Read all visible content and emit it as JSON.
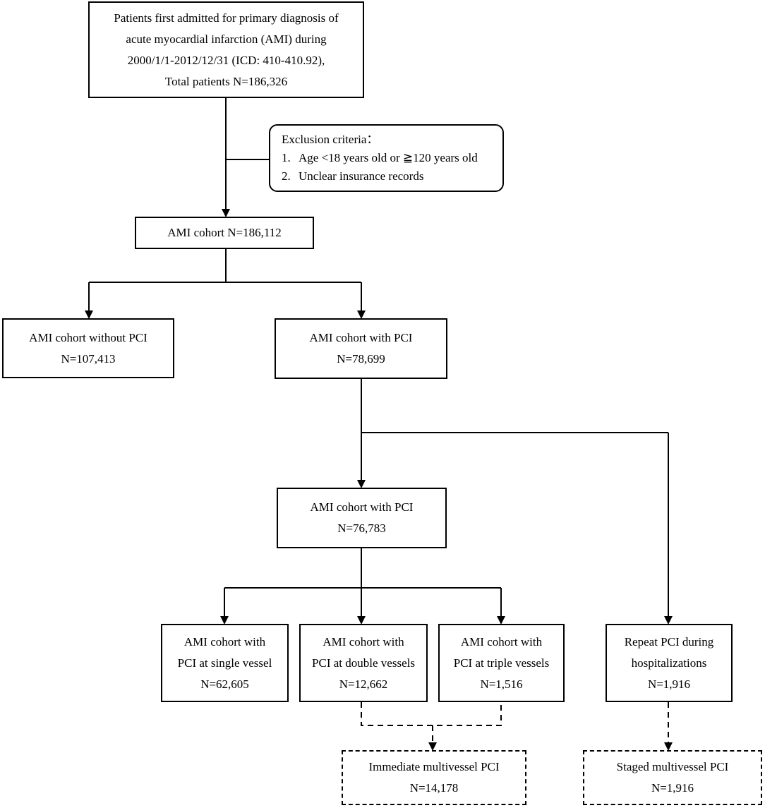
{
  "boxes": {
    "initial": {
      "lines": [
        "Patients first admitted for primary diagnosis of",
        "acute myocardial infarction (AMI) during",
        "2000/1/1-2012/12/31 (ICD: 410-410.92),",
        "Total patients N=186,326"
      ]
    },
    "exclusion": {
      "title": "Exclusion criteria：",
      "items": [
        {
          "num": "1.",
          "text": "Age <18 years old or  ≧120 years old"
        },
        {
          "num": "2.",
          "text": "Unclear insurance records"
        }
      ]
    },
    "ami_cohort": {
      "lines": [
        "AMI cohort N=186,112"
      ]
    },
    "without_pci": {
      "lines": [
        "AMI cohort without PCI",
        "N=107,413"
      ]
    },
    "with_pci_1": {
      "lines": [
        "AMI cohort with PCI",
        "N=78,699"
      ]
    },
    "with_pci_2": {
      "lines": [
        "AMI cohort with PCI",
        "N=76,783"
      ]
    },
    "single_vessel": {
      "lines": [
        "AMI cohort with",
        "PCI at single vessel",
        "N=62,605"
      ]
    },
    "double_vessels": {
      "lines": [
        "AMI cohort with",
        "PCI at double vessels",
        "N=12,662"
      ]
    },
    "triple_vessels": {
      "lines": [
        "AMI cohort with",
        "PCI at triple vessels",
        "N=1,516"
      ]
    },
    "repeat_pci": {
      "lines": [
        "Repeat PCI during",
        "hospitalizations",
        "N=1,916"
      ]
    },
    "immediate": {
      "lines": [
        "Immediate multivessel PCI",
        "N=14,178"
      ]
    },
    "staged": {
      "lines": [
        "Staged multivessel PCI",
        "N=1,916"
      ]
    }
  }
}
